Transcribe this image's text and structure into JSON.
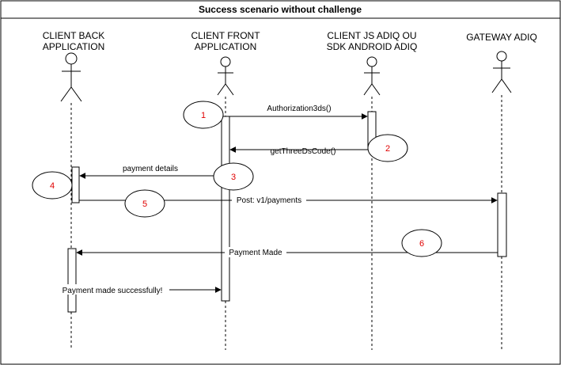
{
  "title": "Success scenario without challenge",
  "actors": [
    {
      "id": "back",
      "lines": [
        "CLIENT BACK",
        "APPLICATION"
      ]
    },
    {
      "id": "front",
      "lines": [
        "CLIENT FRONT",
        "APPLICATION"
      ]
    },
    {
      "id": "sdk",
      "lines": [
        "CLIENT JS ADIQ OU",
        "SDK ANDROID ADIQ"
      ]
    },
    {
      "id": "gateway",
      "lines": [
        "GATEWAY ADIQ"
      ]
    }
  ],
  "messages": [
    {
      "id": "authorization",
      "label": "Authorization3ds()",
      "from": "front",
      "to": "sdk"
    },
    {
      "id": "get-code",
      "label": "getThreeDsCode()",
      "from": "sdk",
      "to": "front"
    },
    {
      "id": "payment-details",
      "label": "payment details",
      "from": "front",
      "to": "back"
    },
    {
      "id": "post-payments",
      "label": "Post: v1/payments",
      "from": "back",
      "to": "gateway"
    },
    {
      "id": "payment-made",
      "label": "Payment Made",
      "from": "gateway",
      "to": "back"
    },
    {
      "id": "payment-success",
      "label": "Payment made successfully!",
      "from": "back",
      "to": "front"
    }
  ],
  "steps": [
    "1",
    "2",
    "3",
    "4",
    "5",
    "6"
  ],
  "colors": {
    "step_text": "#e00000",
    "line": "#000000"
  }
}
